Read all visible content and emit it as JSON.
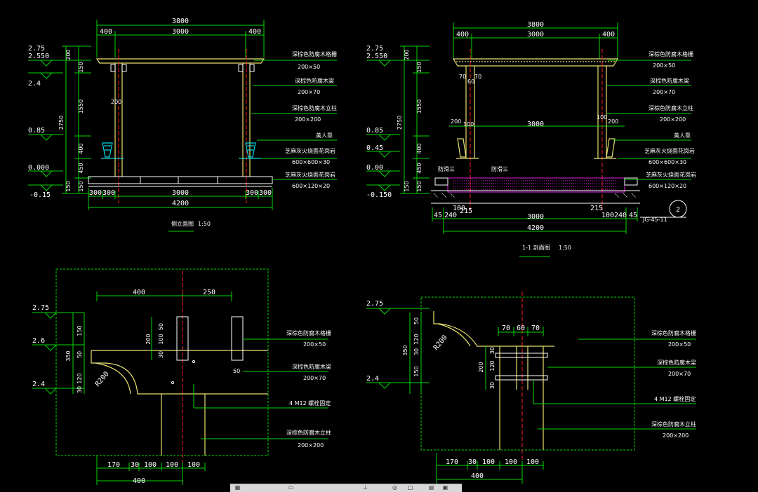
{
  "elev_a": {
    "dims_top": [
      "3800",
      "400",
      "3000",
      "400"
    ],
    "levels": [
      "2.75",
      "2.550",
      "2.4",
      "0.85",
      "0.000",
      "-0.15"
    ],
    "vert_dims": [
      "200",
      "150",
      "1550",
      "400",
      "450",
      "150",
      "2750",
      "150"
    ],
    "inner": "200",
    "bottom": [
      "300",
      "300",
      "3000",
      "300",
      "300",
      "4200"
    ],
    "labels": [
      {
        "name": "深棕色防腐木格栅",
        "spec": "200×50"
      },
      {
        "name": "深棕色防腐木梁",
        "spec": "200×70"
      },
      {
        "name": "深棕色防腐木立柱",
        "spec": "200×200"
      },
      {
        "name": "美人靠",
        "spec": ""
      },
      {
        "name": "芝麻灰火烧面花岗岩",
        "spec": "600×600×30"
      },
      {
        "name": "芝麻灰火烧面花岗岩",
        "spec": "600×120×20"
      }
    ],
    "caption": "侧立面图",
    "scale": "1:50"
  },
  "elev_b": {
    "dims_top": [
      "3800",
      "400",
      "3000",
      "400"
    ],
    "levels": [
      "2.75",
      "2.550",
      "0.85",
      "0.45",
      "0.00",
      "-0.150"
    ],
    "vert_dims": [
      "200",
      "150",
      "1550",
      "400",
      "450",
      "150",
      "2750",
      "150"
    ],
    "inner": [
      "70",
      "60",
      "70",
      "200",
      "100",
      "3000",
      "100",
      "200"
    ],
    "small": [
      "防滑三",
      "防滑三"
    ],
    "bottom": [
      "45",
      "240",
      "100",
      "215",
      "3000",
      "215",
      "100",
      "240",
      "45",
      "4200"
    ],
    "labels": [
      {
        "name": "深棕色防腐木格栅",
        "spec": "200×50"
      },
      {
        "name": "深棕色防腐木梁",
        "spec": "200×70"
      },
      {
        "name": "深棕色防腐木立柱",
        "spec": "200×200"
      },
      {
        "name": "美人靠",
        "spec": ""
      },
      {
        "name": "芝麻灰火烧面花岗岩",
        "spec": "600×600×30"
      },
      {
        "name": "芝麻灰火烧面花岗岩",
        "spec": "600×120×20"
      }
    ],
    "ref_num": "2",
    "ref_code": "JG-45-11",
    "caption": "1-1 剖面图",
    "scale": "1:50"
  },
  "detail_a": {
    "top_dims": [
      "400",
      "250"
    ],
    "levels": [
      "2.75",
      "2.6",
      "2.4"
    ],
    "vert": [
      "150",
      "350",
      "50",
      "120",
      "30",
      "50",
      "100",
      "200",
      "30",
      "50"
    ],
    "radius": "R200",
    "labels": [
      {
        "name": "深棕色防腐木格栅",
        "spec": "200×50"
      },
      {
        "name": "深棕色防腐木梁",
        "spec": "200×70"
      },
      {
        "name": "4 M12 螺栓固定",
        "spec": ""
      },
      {
        "name": "深棕色防腐木立柱",
        "spec": "200×200"
      }
    ],
    "bottom": [
      "170",
      "30",
      "100",
      "100",
      "100",
      "400"
    ]
  },
  "detail_b": {
    "top_dims": [
      "70",
      "60",
      "70"
    ],
    "levels": [
      "2.75",
      "2.4"
    ],
    "vert": [
      "50",
      "120",
      "30",
      "350",
      "150",
      "200",
      "30",
      "120",
      "30"
    ],
    "radius": "R200",
    "labels": [
      {
        "name": "深棕色防腐木格栅",
        "spec": "200×50"
      },
      {
        "name": "深棕色防腐木梁",
        "spec": "200×70"
      },
      {
        "name": "4 M12 螺栓固定",
        "spec": ""
      },
      {
        "name": "深棕色防腐木立柱",
        "spec": "200×200"
      }
    ],
    "bottom": [
      "170",
      "30",
      "100",
      "100",
      "100",
      "400"
    ]
  },
  "toolbar": {
    "icons": [
      "grid-icon",
      "snap-icon",
      "ortho-icon",
      "polar-icon",
      "osnap-icon",
      "lineweight-icon",
      "model-icon"
    ]
  }
}
